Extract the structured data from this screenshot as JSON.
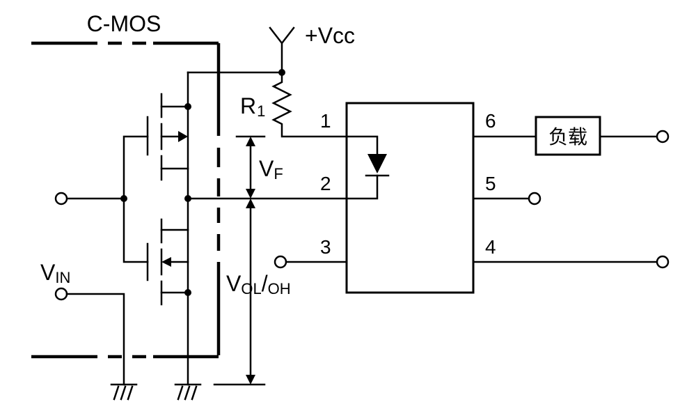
{
  "cmos_label": "C-MOS",
  "vcc_label": "+Vcc",
  "r1": {
    "main": "R",
    "sub": "1"
  },
  "vf": {
    "main": "V",
    "sub": "F"
  },
  "vin": {
    "main": "V",
    "sub": "IN"
  },
  "vol_oh": {
    "main": "V",
    "sub1": "OL",
    "sep": "/",
    "sub2": "OH"
  },
  "pins": [
    "1",
    "2",
    "3",
    "4",
    "5",
    "6"
  ],
  "load_label": "负载"
}
